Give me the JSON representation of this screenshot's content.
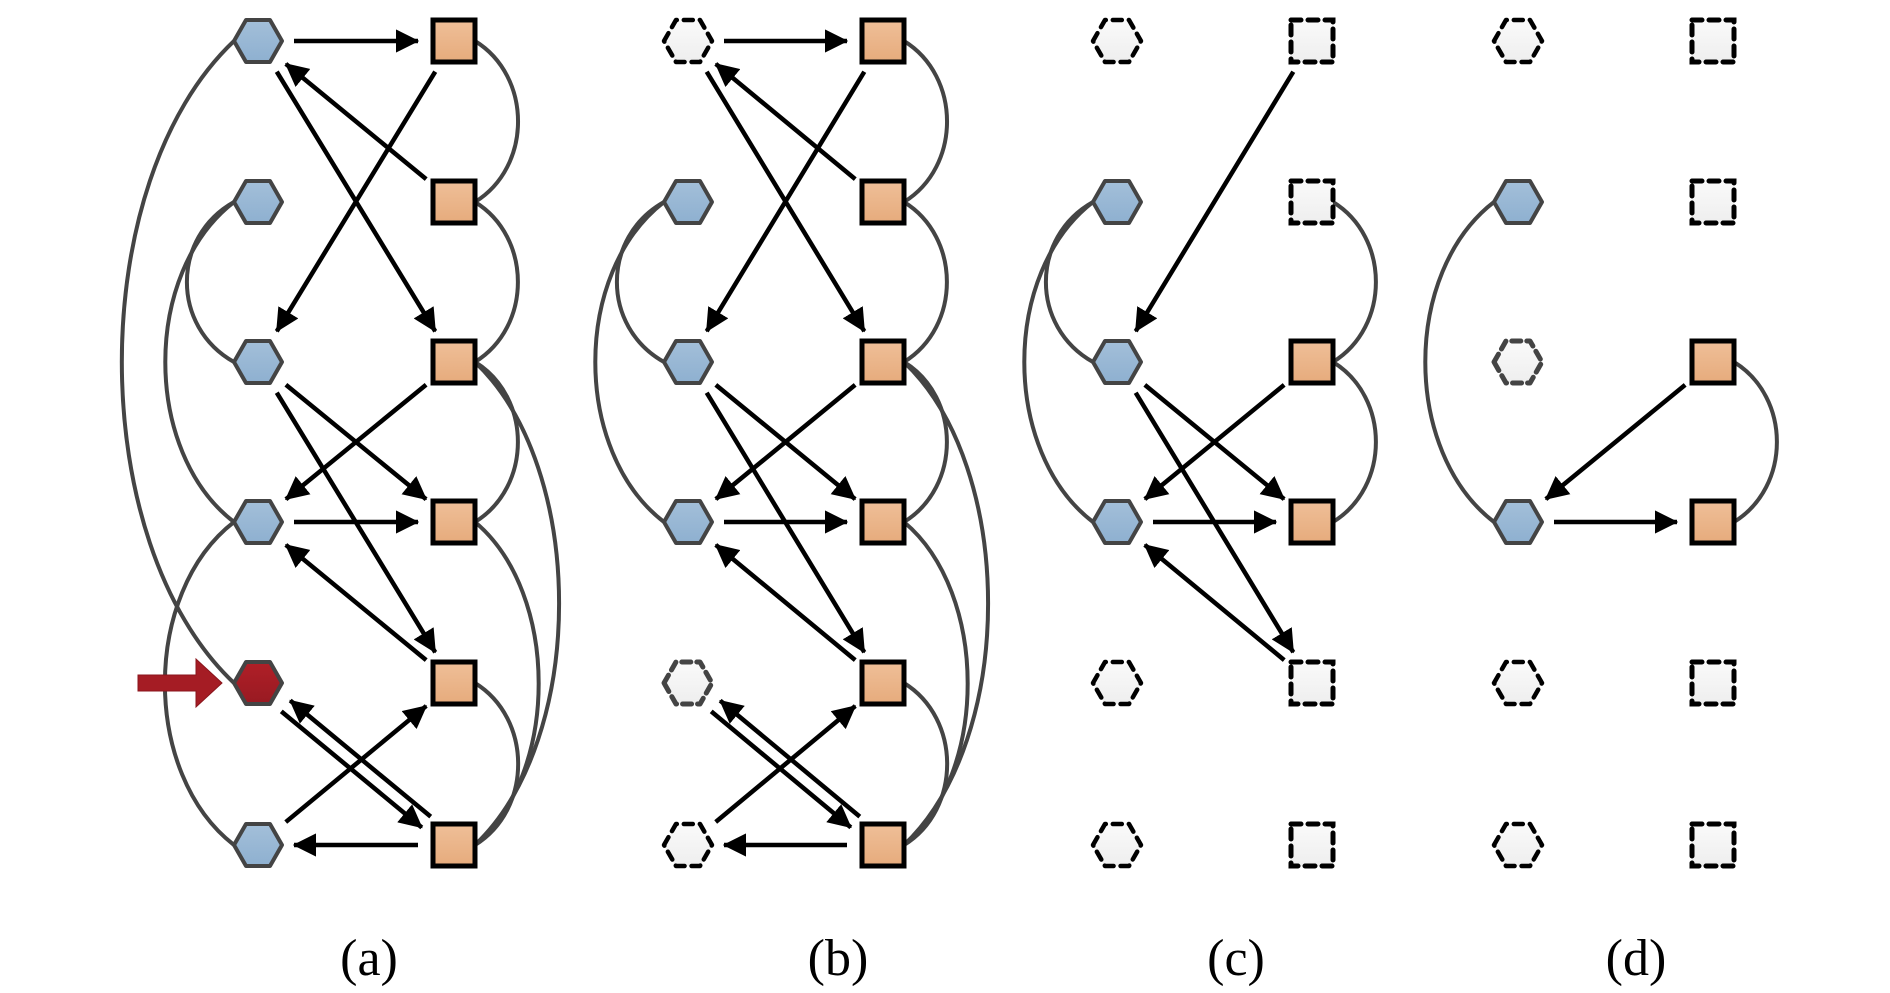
{
  "figure": {
    "rows": 6,
    "colors": {
      "hex_fill_top": "#a3bfd9",
      "hex_fill_bottom": "#8eb0d0",
      "hex_stroke": "#444444",
      "square_fill_top": "#efbf98",
      "square_fill_bottom": "#e6ab7c",
      "square_stroke": "#000000",
      "highlight_fill": "#a51c24",
      "inactive_fill": "#f5f5f5",
      "inactive_stroke": "#000000",
      "inactive_stroke_gray": "#444444",
      "link": "#444444",
      "arrow": "#000000"
    },
    "panels": [
      {
        "id": "a",
        "caption": "(a)",
        "hex_nodes": [
          "active",
          "active",
          "active",
          "active",
          "highlight",
          "active"
        ],
        "square_nodes": [
          "active",
          "active",
          "active",
          "active",
          "active",
          "active"
        ],
        "hex_links": [
          [
            0,
            4
          ],
          [
            1,
            2
          ],
          [
            1,
            3
          ],
          [
            3,
            5
          ]
        ],
        "square_links": [
          [
            0,
            1
          ],
          [
            1,
            2
          ],
          [
            2,
            3
          ],
          [
            2,
            5
          ],
          [
            3,
            5
          ],
          [
            4,
            5
          ]
        ],
        "arrows": [
          {
            "from": "h0",
            "to": "s0"
          },
          {
            "from": "s1",
            "to": "h0"
          },
          {
            "from": "h0",
            "to": "s2"
          },
          {
            "from": "s0",
            "to": "h2"
          },
          {
            "from": "h2",
            "to": "s3"
          },
          {
            "from": "h2",
            "to": "s4"
          },
          {
            "from": "s2",
            "to": "h3"
          },
          {
            "from": "h3",
            "to": "s3"
          },
          {
            "from": "s4",
            "to": "h3"
          },
          {
            "from": "h4",
            "to": "s5"
          },
          {
            "from": "s5",
            "to": "h4"
          },
          {
            "from": "h5",
            "to": "s4"
          },
          {
            "from": "s5",
            "to": "h5"
          }
        ],
        "pointer": {
          "target": "h4",
          "label": "highlighted-node"
        }
      },
      {
        "id": "b",
        "caption": "(b)",
        "hex_nodes": [
          "inactive",
          "active",
          "active",
          "active",
          "inactive-gray",
          "inactive"
        ],
        "square_nodes": [
          "active",
          "active",
          "active",
          "active",
          "active",
          "active"
        ],
        "hex_links": [
          [
            1,
            2
          ],
          [
            1,
            3
          ]
        ],
        "square_links": [
          [
            0,
            1
          ],
          [
            1,
            2
          ],
          [
            2,
            3
          ],
          [
            2,
            5
          ],
          [
            3,
            5
          ],
          [
            4,
            5
          ]
        ],
        "arrows": [
          {
            "from": "h0",
            "to": "s0"
          },
          {
            "from": "s1",
            "to": "h0"
          },
          {
            "from": "h0",
            "to": "s2"
          },
          {
            "from": "s0",
            "to": "h2"
          },
          {
            "from": "h2",
            "to": "s3"
          },
          {
            "from": "h2",
            "to": "s4"
          },
          {
            "from": "s2",
            "to": "h3"
          },
          {
            "from": "h3",
            "to": "s3"
          },
          {
            "from": "s4",
            "to": "h3"
          },
          {
            "from": "h4",
            "to": "s5"
          },
          {
            "from": "s5",
            "to": "h4"
          },
          {
            "from": "h5",
            "to": "s4"
          },
          {
            "from": "s5",
            "to": "h5"
          }
        ]
      },
      {
        "id": "c",
        "caption": "(c)",
        "hex_nodes": [
          "inactive",
          "active",
          "active",
          "active",
          "inactive",
          "inactive"
        ],
        "square_nodes": [
          "inactive",
          "inactive",
          "active",
          "active",
          "inactive",
          "inactive"
        ],
        "hex_links": [
          [
            1,
            2
          ],
          [
            1,
            3
          ]
        ],
        "square_links": [
          [
            1,
            2
          ],
          [
            2,
            3
          ]
        ],
        "arrows": [
          {
            "from": "s0",
            "to": "h2"
          },
          {
            "from": "h2",
            "to": "s3"
          },
          {
            "from": "h2",
            "to": "s4"
          },
          {
            "from": "s2",
            "to": "h3"
          },
          {
            "from": "h3",
            "to": "s3"
          },
          {
            "from": "s4",
            "to": "h3"
          }
        ]
      },
      {
        "id": "d",
        "caption": "(d)",
        "hex_nodes": [
          "inactive",
          "active",
          "inactive-gray",
          "active",
          "inactive",
          "inactive"
        ],
        "square_nodes": [
          "inactive",
          "inactive",
          "active",
          "active",
          "inactive",
          "inactive"
        ],
        "hex_links": [
          [
            1,
            3
          ]
        ],
        "square_links": [
          [
            2,
            3
          ]
        ],
        "arrows": [
          {
            "from": "s2",
            "to": "h3"
          },
          {
            "from": "h3",
            "to": "s3"
          }
        ]
      }
    ]
  }
}
